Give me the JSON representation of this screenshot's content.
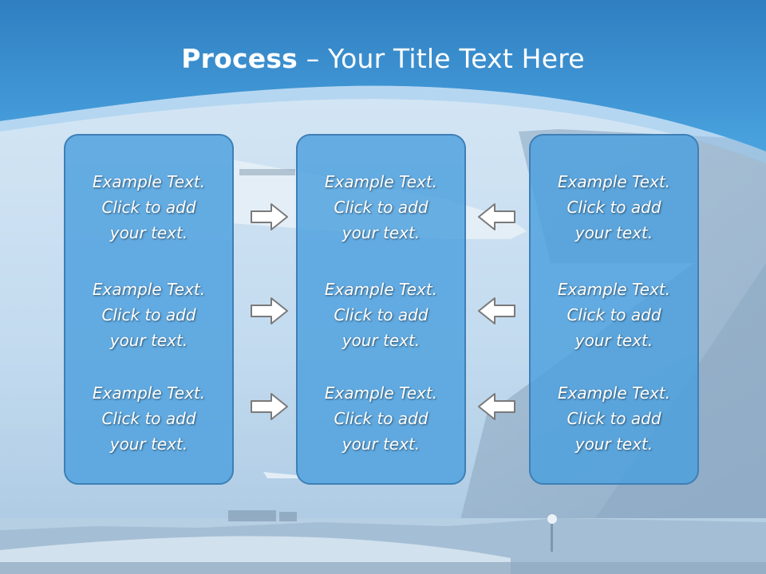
{
  "slide": {
    "title_bold": "Process",
    "title_rest": " – Your Title Text Here"
  },
  "panels": [
    {
      "blocks": [
        {
          "line1": "Example Text.",
          "line2": "Click  to add",
          "line3": "your text."
        },
        {
          "line1": "Example Text.",
          "line2": "Click  to add",
          "line3": "your text."
        },
        {
          "line1": "Example Text.",
          "line2": "Click  to add",
          "line3": "your text."
        }
      ]
    },
    {
      "blocks": [
        {
          "line1": "Example Text.",
          "line2": "Click  to add",
          "line3": "your text."
        },
        {
          "line1": "Example Text.",
          "line2": "Click  to add",
          "line3": "your text."
        },
        {
          "line1": "Example Text.",
          "line2": "Click  to add",
          "line3": "your text."
        }
      ]
    },
    {
      "blocks": [
        {
          "line1": "Example Text.",
          "line2": "Click  to add",
          "line3": "your text."
        },
        {
          "line1": "Example Text.",
          "line2": "Click  to add",
          "line3": "your text."
        },
        {
          "line1": "Example Text.",
          "line2": "Click  to add",
          "line3": "your text."
        }
      ]
    }
  ],
  "arrows": {
    "left_group": [
      "arrow-right-icon",
      "arrow-right-icon",
      "arrow-right-icon"
    ],
    "right_group": [
      "arrow-left-icon",
      "arrow-left-icon",
      "arrow-left-icon"
    ]
  },
  "colors": {
    "header_blue": "#3f93d2",
    "panel_fill": "#4ca0de",
    "panel_border": "#3e7fb6",
    "text": "#ffffff"
  }
}
